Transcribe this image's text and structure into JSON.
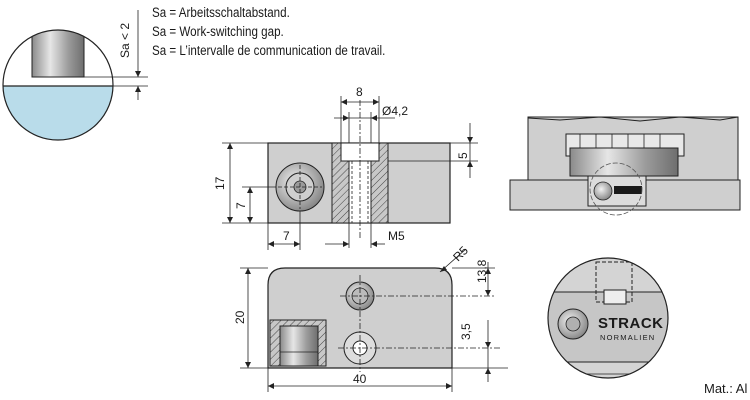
{
  "legend": {
    "line_de": "Sa = Arbeitsschaltabstand.",
    "line_en": "Sa = Work-switching gap.",
    "line_fr": "Sa = L’intervalle de communication de travail."
  },
  "dimensions": {
    "sa": "Sa < 2",
    "top_width": "8",
    "bore_dia": "Ø4,2",
    "depth_5": "5",
    "height_17": "17",
    "height_7": "7",
    "offset_7": "7",
    "thread": "M5",
    "radius": "R5",
    "dist_13_8": "13,8",
    "depth_20": "20",
    "offset_3_5": "3,5",
    "length_40": "40"
  },
  "branding": {
    "brand": "STRACK",
    "sub": "NORMALIEN"
  },
  "material": "Mat.: Al",
  "colors": {
    "part": "#cfcfcf",
    "sensor_face": "#b9dcea",
    "line": "#222222"
  }
}
